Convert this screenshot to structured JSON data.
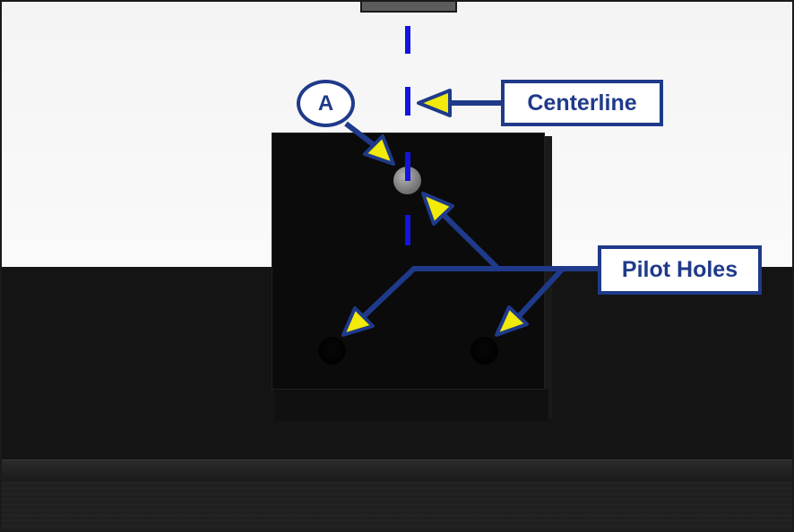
{
  "labels": {
    "centerline": "Centerline",
    "pilot_holes": "Pilot Holes",
    "marker": "A"
  },
  "colors": {
    "annotation_blue": "#1f3a8a",
    "centerline_blue": "#1414e0",
    "arrow_yellow": "#f2ea0a",
    "bracket": "#0b0b0b"
  },
  "icons": {
    "arrow": "yellow-triangle-arrow",
    "centerline": "dashed-vertical-line"
  }
}
